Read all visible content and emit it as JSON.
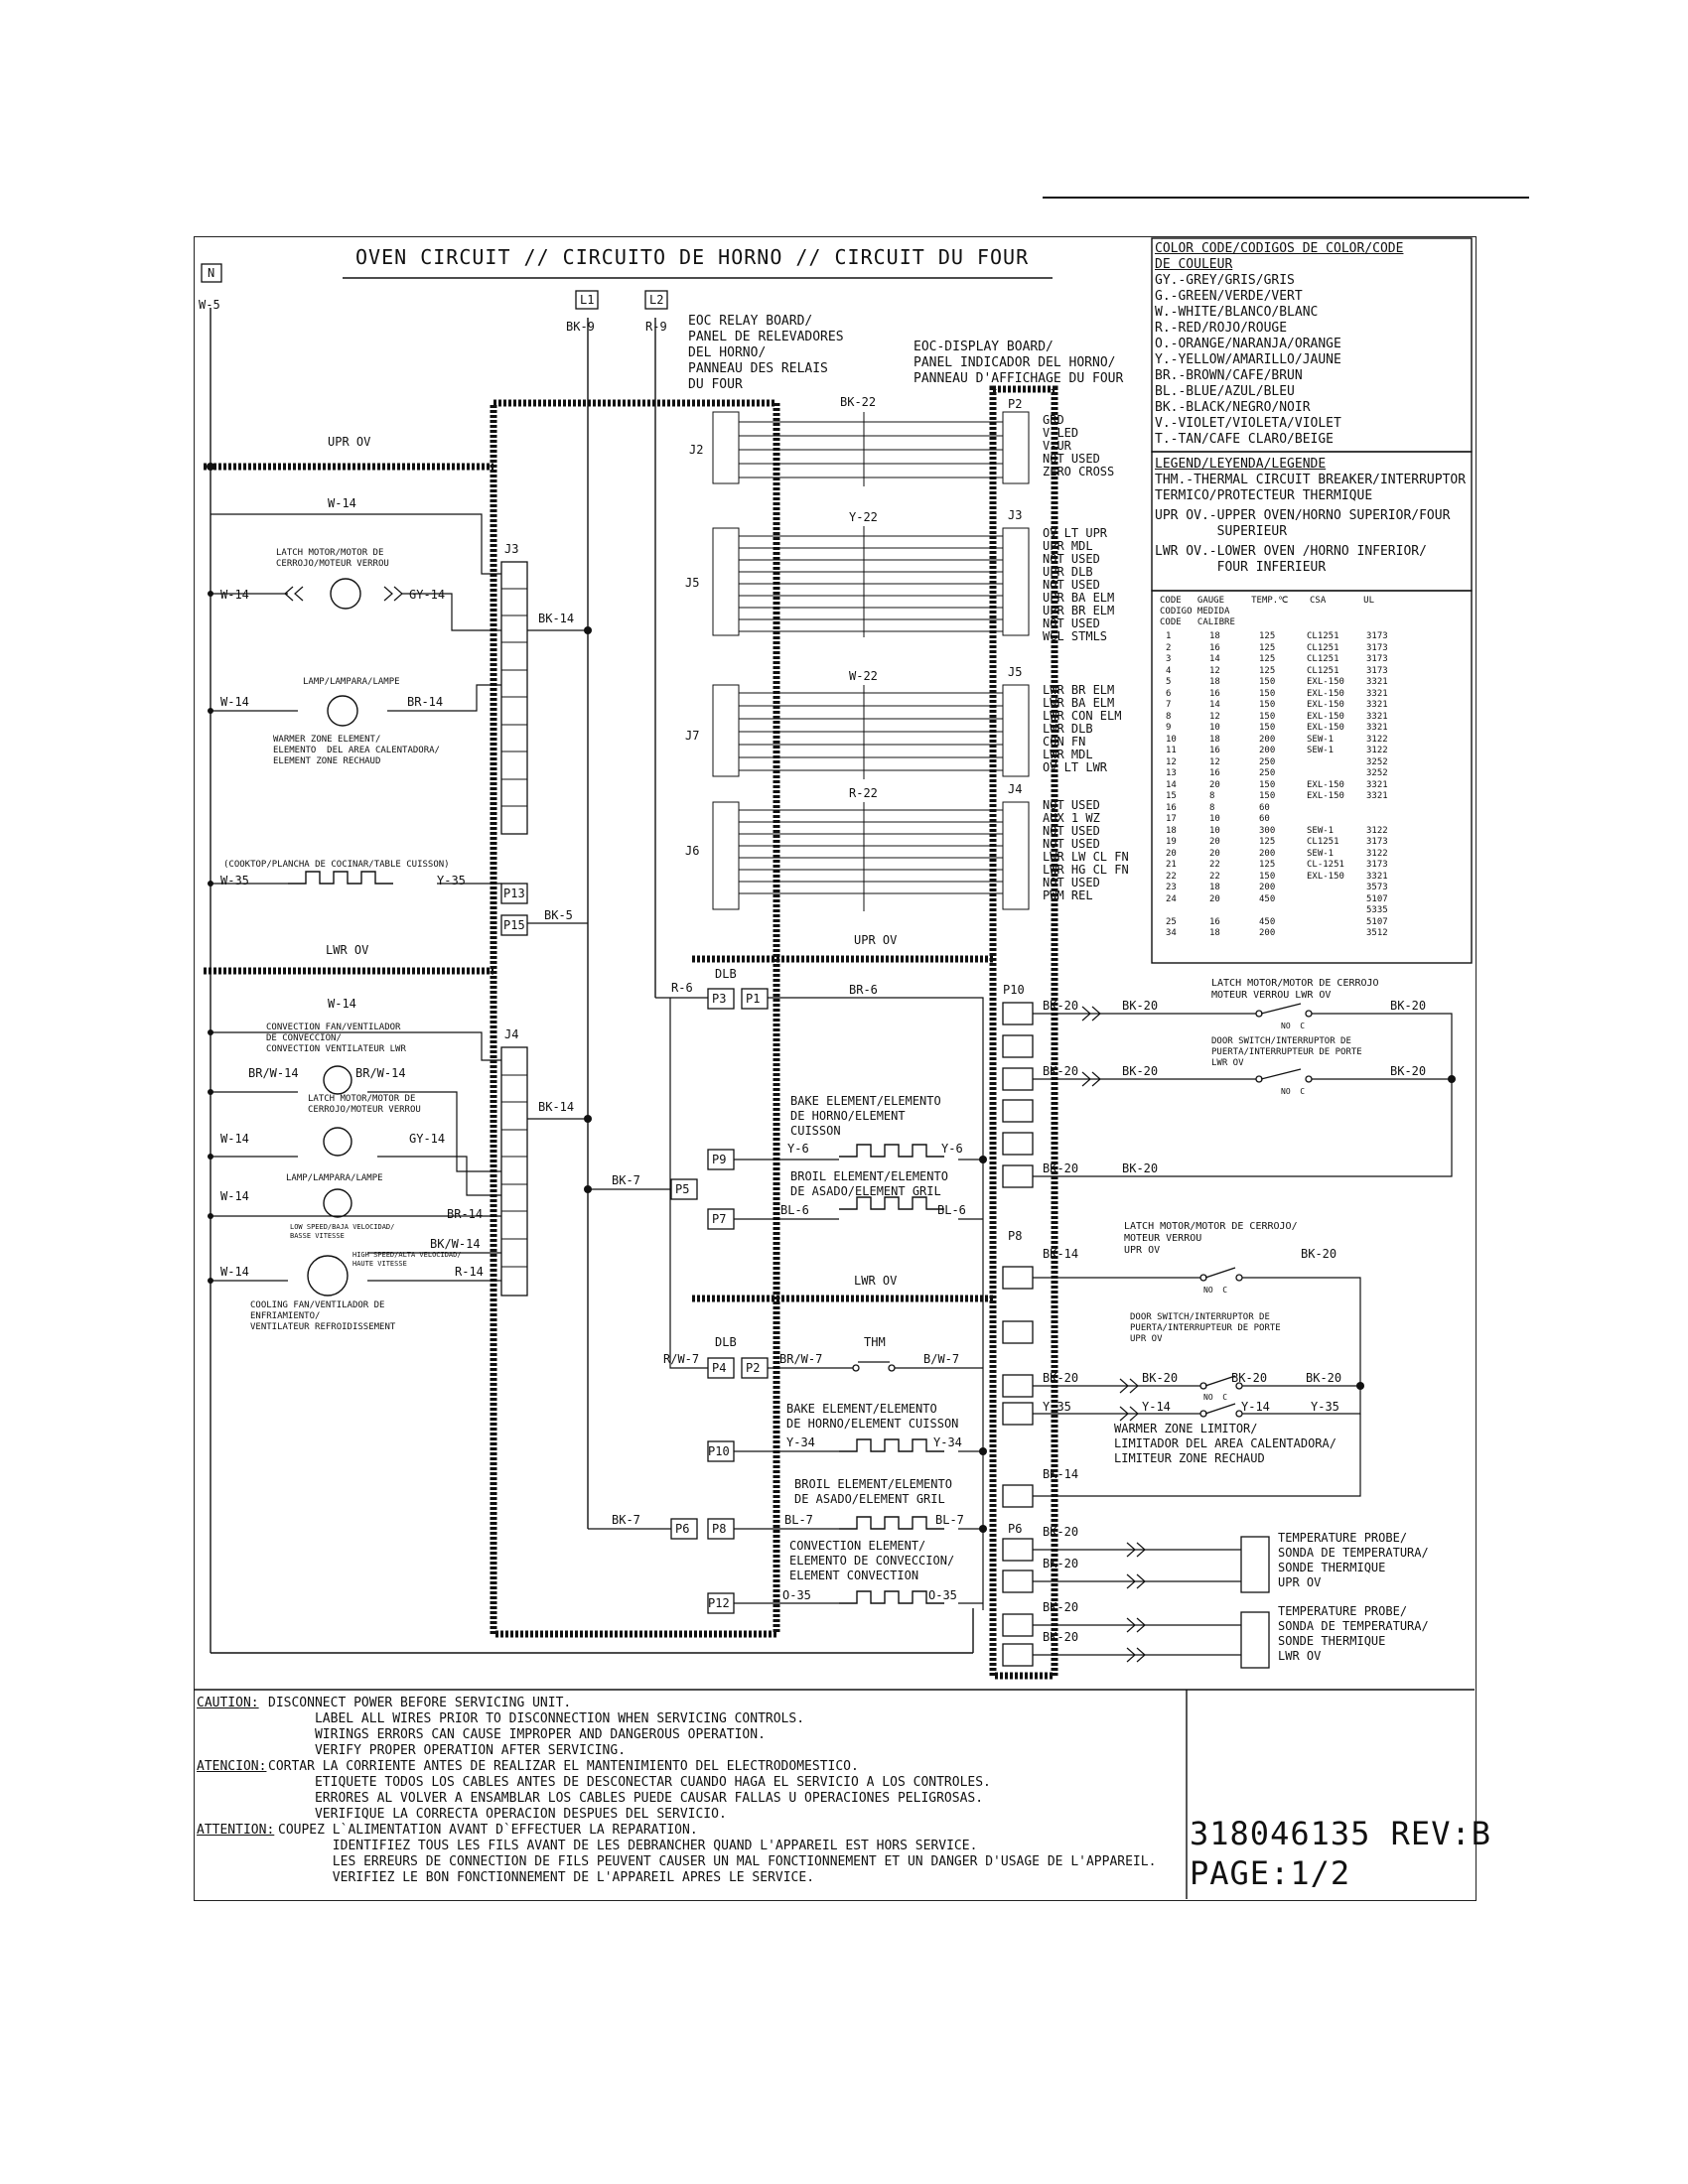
{
  "title": "OVEN CIRCUIT // CIRCUITO DE HORNO // CIRCUIT DU FOUR",
  "terminals": {
    "n": "N",
    "l1": "L1",
    "l2": "L2"
  },
  "wire_labels": {
    "w5": "W-5",
    "bk9": "BK-9",
    "r9": "R-9",
    "w14": "W-14",
    "gy14": "GY-14",
    "br14": "BR-14",
    "bk14": "BK-14",
    "w35": "W-35",
    "y35": "Y-35",
    "bk5": "BK-5",
    "brw14": "BR/W-14",
    "bkw14": "BK/W-14",
    "r14": "R-14",
    "bk7": "BK-7",
    "r6": "R-6",
    "br6": "BR-6",
    "y6": "Y-6",
    "bl6": "BL-6",
    "rw7": "R/W-7",
    "brw7": "BR/W-7",
    "bw7": "B/W-7",
    "y34": "Y-34",
    "bl7": "BL-7",
    "o35": "O-35",
    "bk22": "BK-22",
    "y22": "Y-22",
    "w22": "W-22",
    "r22": "R-22",
    "bk20": "BK-20",
    "y14": "Y-14"
  },
  "section_labels": {
    "upr_ov": "UPR OV",
    "lwr_ov": "LWR OV"
  },
  "boards": {
    "relay": "EOC RELAY BOARD/\nPANEL DE RELEVADORES\nDEL HORNO/\nPANNEAU DES RELAIS\nDU FOUR",
    "display": "EOC-DISPLAY BOARD/\nPANEL INDICADOR DEL HORNO/\nPANNEAU D'AFFICHAGE DU FOUR"
  },
  "connectors": {
    "j2": "J2",
    "j3": "J3",
    "j4": "J4",
    "j5": "J5",
    "j6": "J6",
    "j7": "J7",
    "p1": "P1",
    "p2": "P2",
    "p3": "P3",
    "p4": "P4",
    "p5": "P5",
    "p6": "P6",
    "p7": "P7",
    "p8": "P8",
    "p9": "P9",
    "p10": "P10",
    "p12": "P12",
    "p13": "P13",
    "p15": "P15",
    "dlb": "DLB",
    "thm": "THM"
  },
  "display_pins": {
    "p2": [
      "GRD",
      "V-LED",
      "V-UR",
      "NOT USED",
      "ZERO CROSS"
    ],
    "j3": [
      "OV LT UPR",
      "UPR MDL",
      "NOT USED",
      "UPR DLB",
      "NOT USED",
      "UPR BA ELM",
      "UPR BR ELM",
      "NOT USED",
      "WGL STMLS"
    ],
    "j5": [
      "LWR BR ELM",
      "LWR BA ELM",
      "LWR CON ELM",
      "LWR DLB",
      "CON FN",
      "LWR MDL",
      "OV LT LWR"
    ],
    "j4": [
      "NOT USED",
      "AUX 1 WZ",
      "NOT USED",
      "NOT USED",
      "LWR LW CL FN",
      "LWR HG CL FN",
      "NOT USED",
      "PWM REL"
    ]
  },
  "components": {
    "latch_upr": "LATCH MOTOR/MOTOR DE\nCERROJO/MOTEUR VERROU",
    "lamp": "LAMP/LAMPARA/LAMPE",
    "warmer": "WARMER ZONE ELEMENT/\nELEMENTO  DEL AREA CALENTADORA/\nELEMENT ZONE RECHAUD",
    "cooktop": "(COOKTOP/PLANCHA DE COCINAR/TABLE CUISSON)",
    "conv_fan": "CONVECTION FAN/VENTILADOR\nDE CONVECCION/\nCONVECTION VENTILATEUR LWR",
    "latch_lwr": "LATCH MOTOR/MOTOR DE\nCERROJO/MOTEUR VERROU",
    "low_speed": "LOW SPEED/BAJA VELOCIDAD/\nBASSE VITESSE",
    "high_speed": "HIGH SPEED/ALTA VELOCIDAD/\nHAUTE VITESSE",
    "cooling_fan": "COOLING FAN/VENTILADOR DE\nENFRIAMIENTO/\nVENTILATEUR REFROIDISSEMENT",
    "bake_upr": "BAKE ELEMENT/ELEMENTO\nDE HORNO/ELEMENT\nCUISSON",
    "broil_upr": "BROIL ELEMENT/ELEMENTO\nDE ASADO/ELEMENT GRIL",
    "bake_lwr": "BAKE ELEMENT/ELEMENTO\nDE HORNO/ELEMENT CUISSON",
    "broil_lwr": "BROIL ELEMENT/ELEMENTO\nDE ASADO/ELEMENT GRIL",
    "conv_elem": "CONVECTION ELEMENT/\nELEMENTO DE CONVECCION/\nELEMENT CONVECTION",
    "latch_lwr_r": "LATCH MOTOR/MOTOR DE CERROJO\nMOTEUR VERROU LWR OV",
    "door_lwr": "DOOR SWITCH/INTERRUPTOR DE\nPUERTA/INTERRUPTEUR DE PORTE\nLWR OV",
    "latch_upr_r": "LATCH MOTOR/MOTOR DE CERROJO/\nMOTEUR VERROU\nUPR OV",
    "door_upr": "DOOR SWITCH/INTERRUPTOR DE\nPUERTA/INTERRUPTEUR DE PORTE\nUPR OV",
    "warmer_limiter": "WARMER ZONE LIMITOR/\nLIMITADOR DEL AREA CALENTADORA/\nLIMITEUR ZONE RECHAUD",
    "probe_upr": "TEMPERATURE PROBE/\nSONDA DE TEMPERATURA/\nSONDE THERMIQUE\nUPR OV",
    "probe_lwr": "TEMPERATURE PROBE/\nSONDA DE TEMPERATURA/\nSONDE THERMIQUE\nLWR OV",
    "nc": "NO  C"
  },
  "color_code": {
    "title": "COLOR CODE/CODIGOS DE COLOR/CODE\nDE COULEUR",
    "entries": [
      "GY.-GREY/GRIS/GRIS",
      "G.-GREEN/VERDE/VERT",
      "W.-WHITE/BLANCO/BLANC",
      "R.-RED/ROJO/ROUGE",
      "O.-ORANGE/NARANJA/ORANGE",
      "Y.-YELLOW/AMARILLO/JAUNE",
      "BR.-BROWN/CAFE/BRUN",
      "BL.-BLUE/AZUL/BLEU",
      "BK.-BLACK/NEGRO/NOIR",
      "V.-VIOLET/VIOLETA/VIOLET",
      "T.-TAN/CAFE CLARO/BEIGE"
    ]
  },
  "legend": {
    "title": "LEGEND/LEYENDA/LEGENDE",
    "entries": [
      "THM.-THERMAL CIRCUIT BREAKER/INTERRUPTOR\nTERMICO/PROTECTEUR THERMIQUE",
      "UPR OV.-UPPER OVEN/HORNO SUPERIOR/FOUR\n        SUPERIEUR",
      "LWR OV.-LOWER OVEN /HORNO INFERIOR/\n        FOUR INFERIEUR"
    ]
  },
  "gauge_table": {
    "headers": "CODE   GAUGE     TEMP.℃    CSA       UL\nCODIGO MEDIDA\nCODE   CALIBRE",
    "rows": [
      [
        "1",
        "18",
        "125",
        "CL1251",
        "3173"
      ],
      [
        "2",
        "16",
        "125",
        "CL1251",
        "3173"
      ],
      [
        "3",
        "14",
        "125",
        "CL1251",
        "3173"
      ],
      [
        "4",
        "12",
        "125",
        "CL1251",
        "3173"
      ],
      [
        "5",
        "18",
        "150",
        "EXL-150",
        "3321"
      ],
      [
        "6",
        "16",
        "150",
        "EXL-150",
        "3321"
      ],
      [
        "7",
        "14",
        "150",
        "EXL-150",
        "3321"
      ],
      [
        "8",
        "12",
        "150",
        "EXL-150",
        "3321"
      ],
      [
        "9",
        "10",
        "150",
        "EXL-150",
        "3321"
      ],
      [
        "10",
        "18",
        "200",
        "SEW-1",
        "3122"
      ],
      [
        "11",
        "16",
        "200",
        "SEW-1",
        "3122"
      ],
      [
        "12",
        "12",
        "250",
        "",
        "3252"
      ],
      [
        "13",
        "16",
        "250",
        "",
        "3252"
      ],
      [
        "14",
        "20",
        "150",
        "EXL-150",
        "3321"
      ],
      [
        "15",
        "8",
        "150",
        "EXL-150",
        "3321"
      ],
      [
        "16",
        "8",
        "60",
        "",
        ""
      ],
      [
        "17",
        "10",
        "60",
        "",
        ""
      ],
      [
        "18",
        "10",
        "300",
        "SEW-1",
        "3122"
      ],
      [
        "19",
        "20",
        "125",
        "CL1251",
        "3173"
      ],
      [
        "20",
        "20",
        "200",
        "SEW-1",
        "3122"
      ],
      [
        "21",
        "22",
        "125",
        "CL-1251",
        "3173"
      ],
      [
        "22",
        "22",
        "150",
        "EXL-150",
        "3321"
      ],
      [
        "23",
        "18",
        "200",
        "",
        "3573"
      ],
      [
        "24",
        "20",
        "450",
        "",
        "5107"
      ],
      [
        "",
        "",
        "",
        "",
        "5335"
      ],
      [
        "25",
        "16",
        "450",
        "",
        "5107"
      ],
      [
        "34",
        "18",
        "200",
        "",
        "3512"
      ]
    ]
  },
  "caution": {
    "en_label": "CAUTION:",
    "en": "DISCONNECT POWER BEFORE SERVICING UNIT.\n      LABEL ALL WIRES PRIOR TO DISCONNECTION WHEN SERVICING CONTROLS.\n      WIRINGS ERRORS CAN CAUSE IMPROPER AND DANGEROUS OPERATION.\n      VERIFY PROPER OPERATION AFTER SERVICING.",
    "es_label": "ATENCION:",
    "es": "CORTAR LA CORRIENTE ANTES DE REALIZAR EL MANTENIMIENTO DEL ELECTRODOMESTICO.\n      ETIQUETE TODOS LOS CABLES ANTES DE DESCONECTAR CUANDO HAGA EL SERVICIO A LOS CONTROLES.\n      ERRORES AL VOLVER A ENSAMBLAR LOS CABLES PUEDE CAUSAR FALLAS U OPERACIONES PELIGROSAS.\n      VERIFIQUE LA CORRECTA OPERACION DESPUES DEL SERVICIO.",
    "fr_label": "ATTENTION:",
    "fr": "COUPEZ L`ALIMENTATION AVANT D`EFFECTUER LA REPARATION.\n       IDENTIFIEZ TOUS LES FILS AVANT DE LES DEBRANCHER QUAND L'APPAREIL EST HORS SERVICE.\n       LES ERREURS DE CONNECTION DE FILS PEUVENT CAUSER UN MAL FONCTIONNEMENT ET UN DANGER D'USAGE DE L'APPAREIL.\n       VERIFIEZ LE BON FONCTIONNEMENT DE L'APPAREIL APRES LE SERVICE."
  },
  "doc_number": "318046135 REV:B",
  "page": "PAGE:1/2"
}
